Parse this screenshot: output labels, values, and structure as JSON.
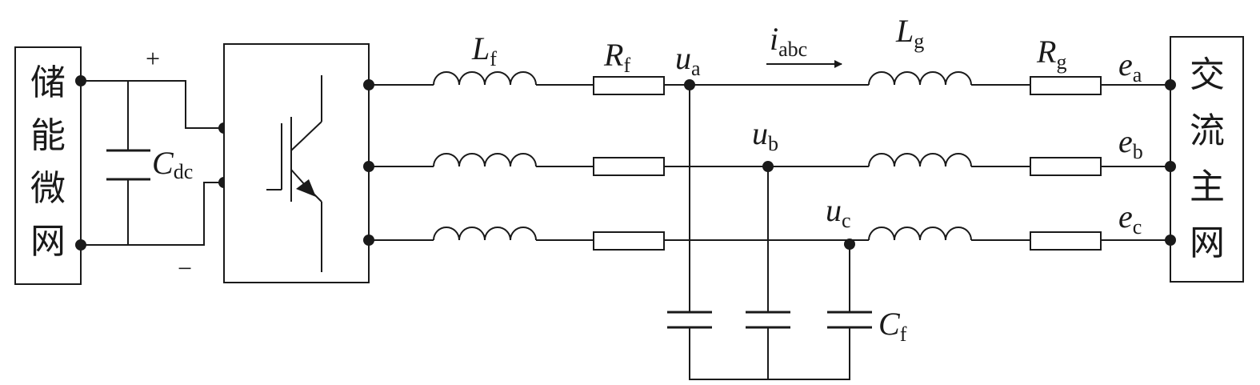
{
  "left_block": {
    "chars": [
      "储",
      "能",
      "微",
      "网"
    ]
  },
  "right_block": {
    "chars": [
      "交",
      "流",
      "主",
      "网"
    ]
  },
  "dc_link": {
    "plus": "+",
    "minus": "−",
    "cap_symbol": "C",
    "cap_sub": "dc"
  },
  "filter_inductor": {
    "symbol": "L",
    "sub": "f"
  },
  "filter_resistor": {
    "symbol": "R",
    "sub": "f"
  },
  "filter_capacitor": {
    "symbol": "C",
    "sub": "f"
  },
  "grid_inductor": {
    "symbol": "L",
    "sub": "g"
  },
  "grid_resistor": {
    "symbol": "R",
    "sub": "g"
  },
  "current": {
    "symbol": "i",
    "sub": "abc"
  },
  "phase_voltages": [
    {
      "symbol": "u",
      "sub": "a"
    },
    {
      "symbol": "u",
      "sub": "b"
    },
    {
      "symbol": "u",
      "sub": "c"
    }
  ],
  "grid_voltages": [
    {
      "symbol": "e",
      "sub": "a"
    },
    {
      "symbol": "e",
      "sub": "b"
    },
    {
      "symbol": "e",
      "sub": "c"
    }
  ]
}
